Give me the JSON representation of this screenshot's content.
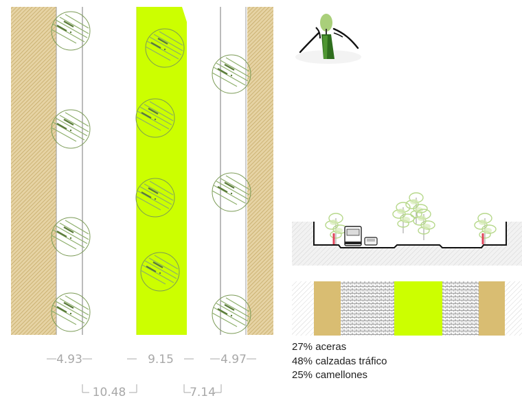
{
  "dimensions": {
    "sidewalk_left": "4.93",
    "median": "9.15",
    "sidewalk_right": "4.97",
    "roadway_left": "10.48",
    "roadway_right": "7.14"
  },
  "stats": [
    "27% aceras",
    "48% calzadas tráfico",
    "25% camellones"
  ],
  "colors": {
    "median_green": "#ccff00",
    "sidewalk_tan": "#d9bd72",
    "tree_outline": "#7a9a55",
    "dimension_gray": "#a8a8a8"
  },
  "icons": [
    "compass-icon",
    "tree-icon",
    "bus-icon",
    "car-icon"
  ]
}
